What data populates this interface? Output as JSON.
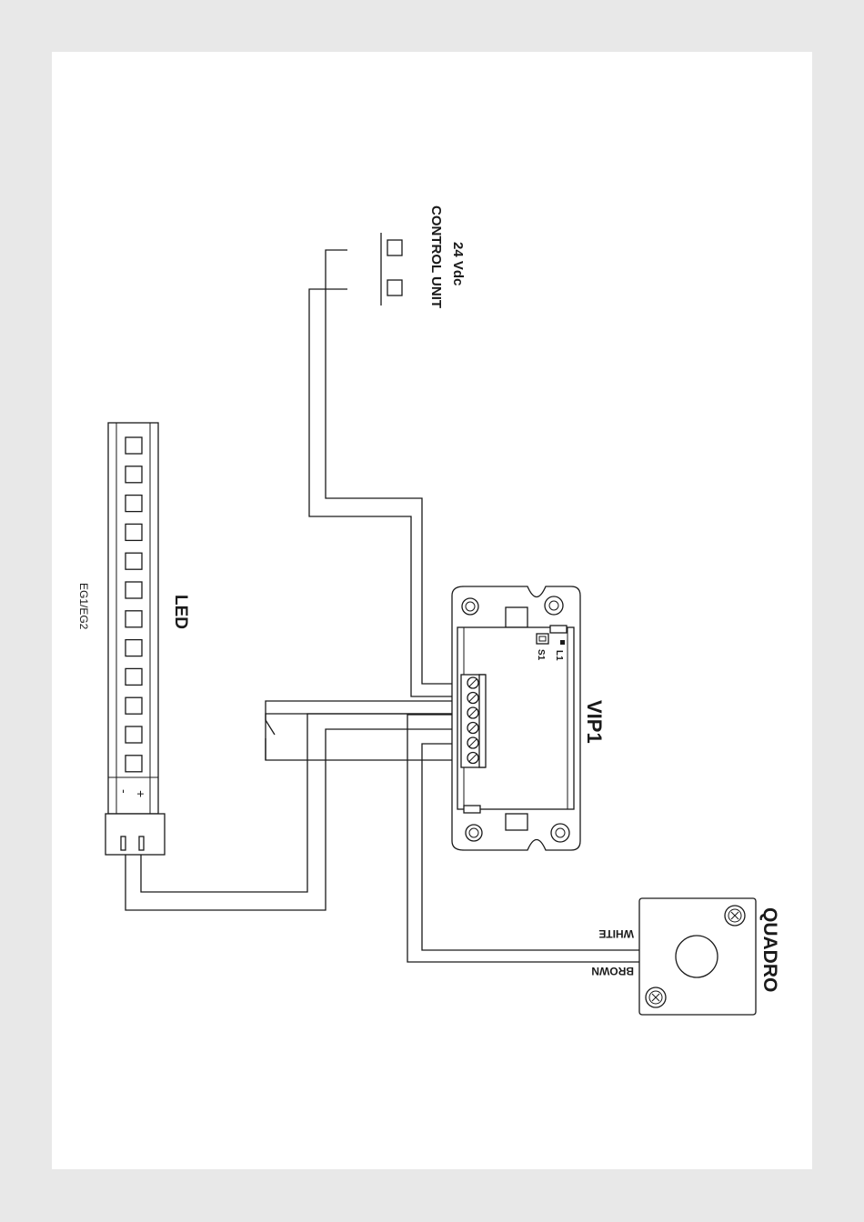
{
  "labels": {
    "control_unit_voltage": "24 Vdc",
    "control_unit_name": "CONTROL UNIT",
    "led_title": "LED",
    "led_model": "EG1/EG2",
    "led_minus": "-",
    "led_plus": "+",
    "vip_title": "VIP1",
    "vip_l1": "L1",
    "vip_s1": "S1",
    "quadro_title": "QUADRO",
    "wire_white": "WHITE",
    "wire_brown": "BROWN"
  },
  "colors": {
    "line": "#1a1a1a",
    "page": "#e8e8e8",
    "sheet": "#ffffff"
  }
}
